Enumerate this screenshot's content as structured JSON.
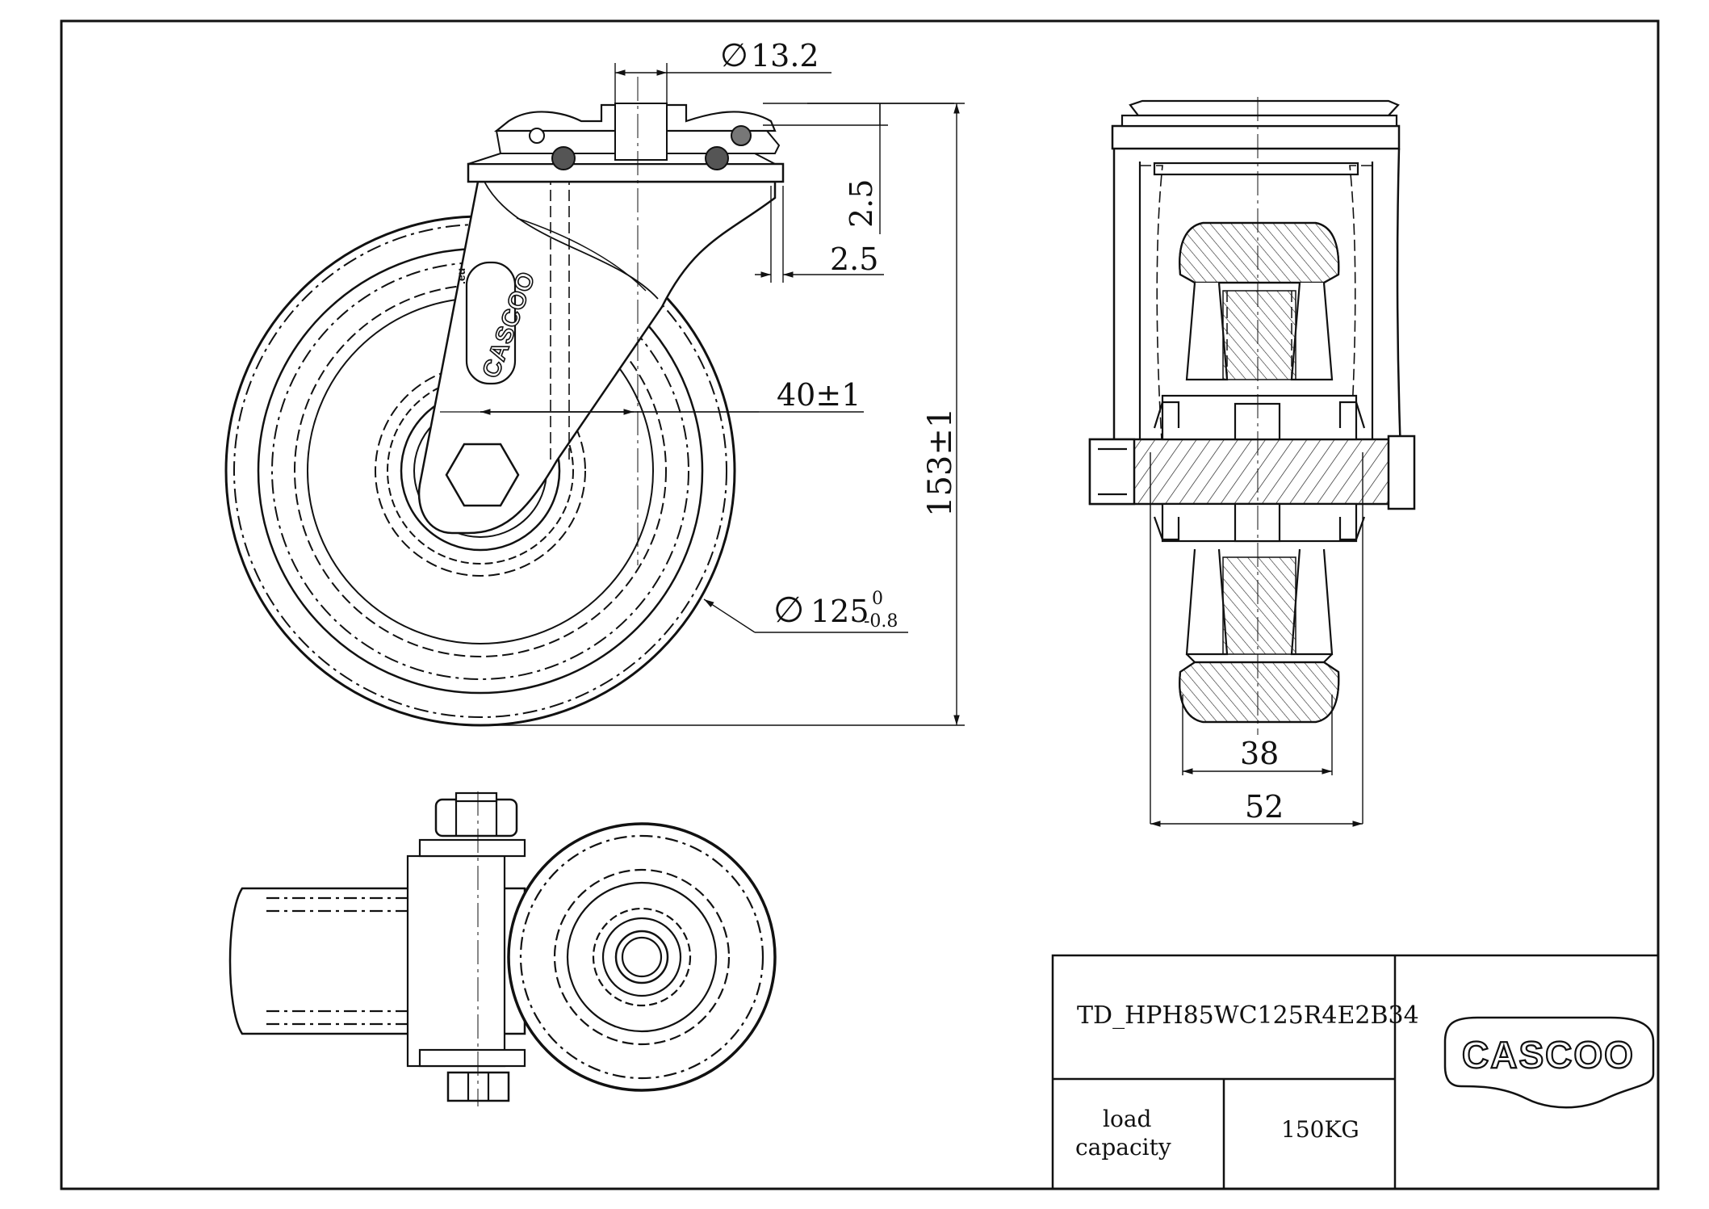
{
  "dimensions": {
    "bore_diameter": "13.2",
    "bore_symbol": "∅",
    "plate_thickness_vertical": "2.5",
    "plate_thickness_horizontal": "2.5",
    "offset": "40±1",
    "total_height": "153±1",
    "wheel_diameter": "125",
    "wheel_diameter_symbol": "∅",
    "wheel_tol_upper": "0",
    "wheel_tol_lower": "-0.8",
    "tread_width": "38",
    "overall_width": "52"
  },
  "title_block": {
    "drawing_number": "TD_HPH85WC125R4E2B34",
    "load_label_line1": "load",
    "load_label_line2": "capacity",
    "load_value": "150KG"
  },
  "logo": {
    "brand_text": "CASCOO",
    "fork_brand_text": "CASCOO",
    "fork_suffix": ".eu"
  }
}
